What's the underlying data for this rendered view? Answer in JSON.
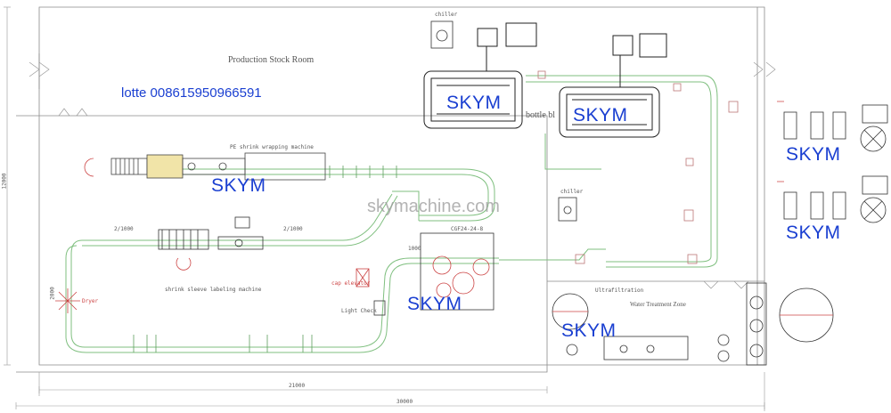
{
  "rooms": {
    "production_stock_room": "Production Stock Room",
    "bottle_blow": "bottle bl",
    "water_treatment_zone": "Water Treatment Zone"
  },
  "contact": "lotte 008615950966591",
  "brand_labels": [
    "SKYM",
    "SKYM",
    "SKYM",
    "SKYM",
    "SKYM",
    "SKYM"
  ],
  "watermark": "skymachine.com",
  "equipment": {
    "chiller_top": "chiller",
    "chiller_mid": "chiller",
    "pe_wrapper": "PE shrink wrapping machine",
    "sleeve_labeler": "shrink sleeve labeling machine",
    "filler": "CGF24-24-8",
    "cap_elevator": "cap elevator",
    "light_check": "Light Check",
    "dryer": "Dryer",
    "ro_unit": "Ultrafiltration"
  },
  "dimensions": {
    "conv_1": "2/1000",
    "conv_2": "2/1000",
    "conv_3": "1000",
    "side": "2000",
    "height": "12000",
    "width_inner": "21000",
    "width_total": "30000"
  },
  "colors": {
    "wall": "#8a8a8a",
    "conveyor": "#7fbf7f",
    "equipment": "#222222",
    "accent": "#c43c3c",
    "text_blue": "#1a3fd1"
  }
}
